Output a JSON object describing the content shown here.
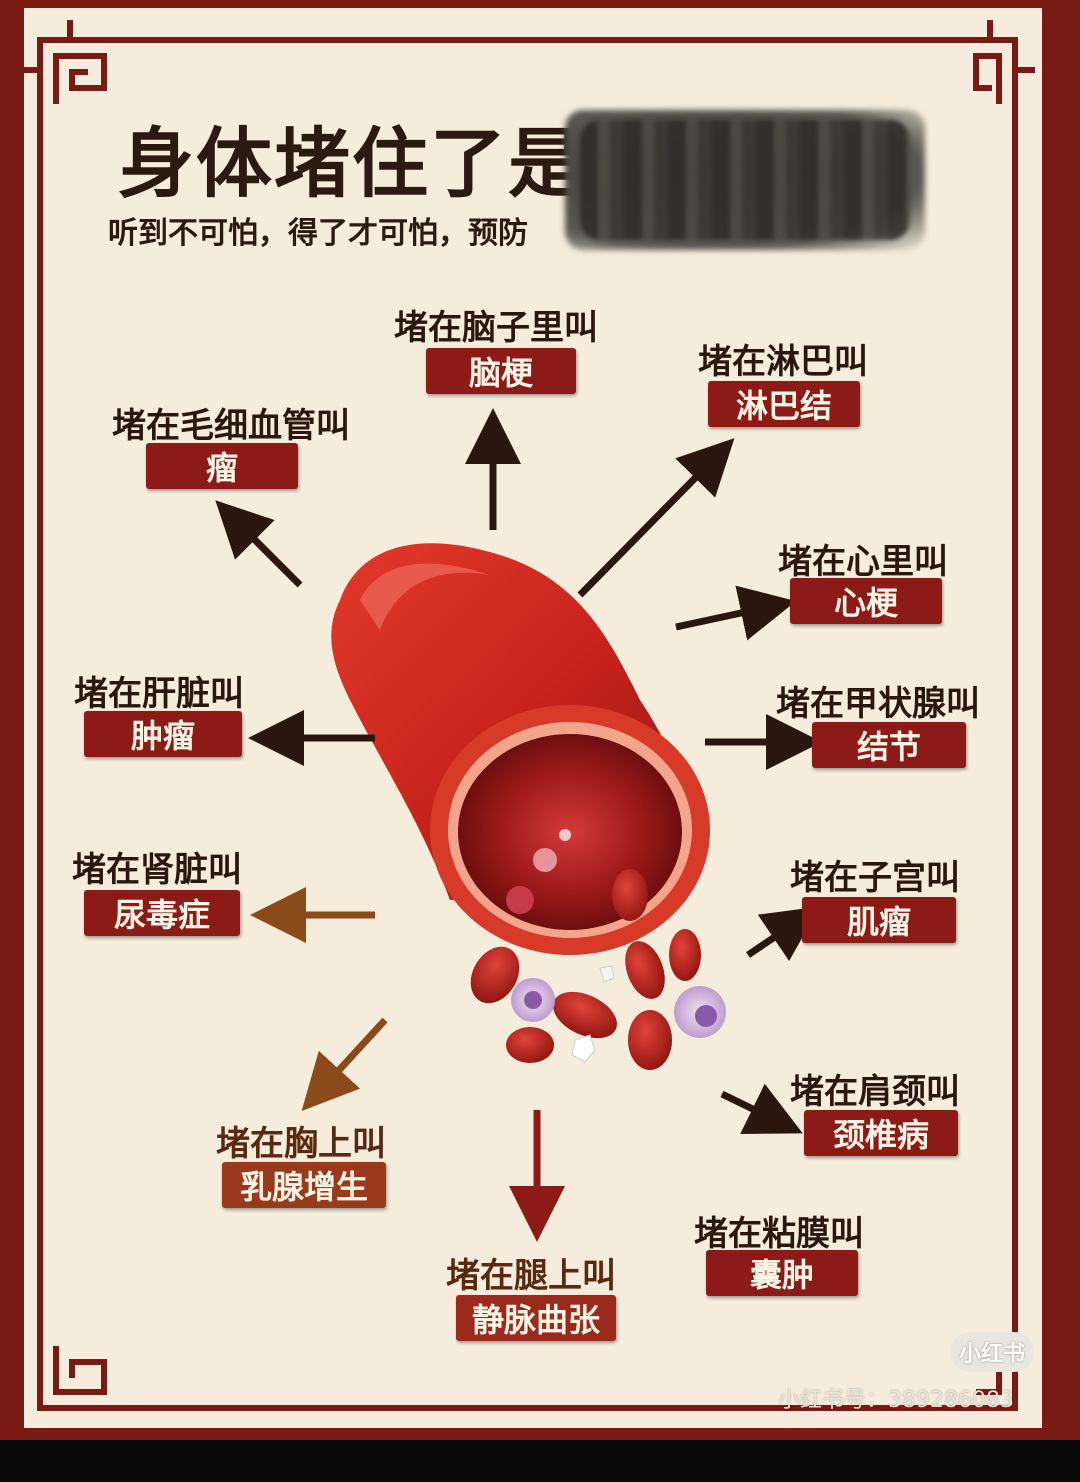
{
  "poster": {
    "title": "身体堵住了是",
    "subtitle": "听到不可怕，得了才可怕，预防",
    "colors": {
      "border": "#7a1a14",
      "paper": "#f5ecdc",
      "label_box": "#8c1b17",
      "vessel": "#c8231c"
    }
  },
  "items": [
    {
      "label": "堵在脑子里叫",
      "result": "脑梗"
    },
    {
      "label": "堵在淋巴叫",
      "result": "淋巴结"
    },
    {
      "label": "堵在毛细血管叫",
      "result": "瘤"
    },
    {
      "label": "堵在心里叫",
      "result": "心梗"
    },
    {
      "label": "堵在肝脏叫",
      "result": "肿瘤"
    },
    {
      "label": "堵在甲状腺叫",
      "result": "结节"
    },
    {
      "label": "堵在肾脏叫",
      "result": "尿毒症"
    },
    {
      "label": "堵在子宫叫",
      "result": "肌瘤"
    },
    {
      "label": "堵在胸上叫",
      "result": "乳腺增生"
    },
    {
      "label": "堵在肩颈叫",
      "result": "颈椎病"
    },
    {
      "label": "堵在腿上叫",
      "result": "静脉曲张"
    },
    {
      "label": "堵在粘膜叫",
      "result": "囊肿"
    }
  ],
  "watermark": {
    "badge": "小红书",
    "account": "小红书号：389286083"
  }
}
